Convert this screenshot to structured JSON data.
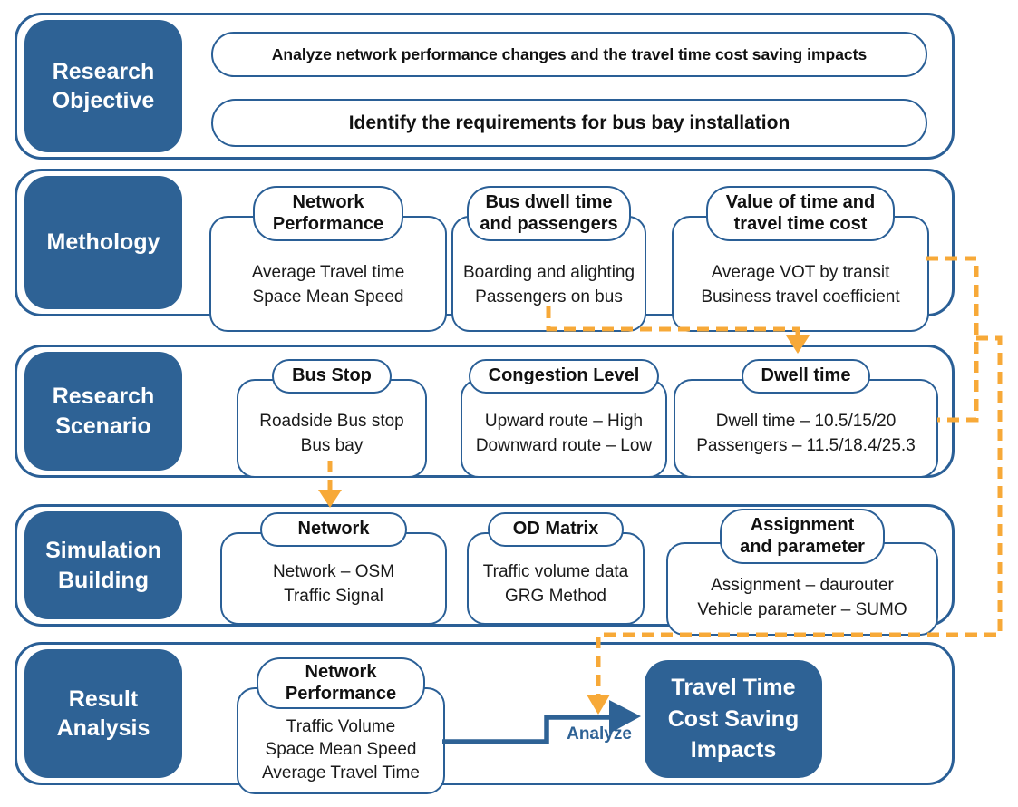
{
  "colors": {
    "primary_blue": "#2E6295",
    "border_blue": "#2A5F96",
    "accent_orange": "#F7A938",
    "text_black": "#141414"
  },
  "rows": [
    {
      "label": "Research\nObjective",
      "pills": [
        "Analyze network performance changes and the travel time cost saving impacts",
        "Identify the requirements for bus bay installation"
      ]
    },
    {
      "label": "Methology",
      "cards": [
        {
          "header": "Network\nPerformance",
          "lines": [
            "Average Travel time",
            "Space Mean Speed"
          ]
        },
        {
          "header": "Bus dwell time\nand passengers",
          "lines": [
            "Boarding and alighting",
            "Passengers on bus"
          ]
        },
        {
          "header": "Value of time and\ntravel time cost",
          "lines": [
            "Average VOT by transit",
            "Business travel coefficient"
          ]
        }
      ]
    },
    {
      "label": "Research\nScenario",
      "cards": [
        {
          "header": "Bus Stop",
          "lines": [
            "Roadside Bus stop",
            "Bus bay"
          ]
        },
        {
          "header": "Congestion Level",
          "lines": [
            "Upward route – High",
            "Downward route – Low"
          ]
        },
        {
          "header": "Dwell time",
          "lines": [
            "Dwell time – 10.5/15/20",
            "Passengers – 11.5/18.4/25.3"
          ]
        }
      ]
    },
    {
      "label": "Simulation\nBuilding",
      "cards": [
        {
          "header": "Network",
          "lines": [
            "Network – OSM",
            "Traffic Signal"
          ]
        },
        {
          "header": "OD Matrix",
          "lines": [
            "Traffic volume data",
            "GRG Method"
          ]
        },
        {
          "header": "Assignment\nand parameter",
          "lines": [
            "Assignment – daurouter",
            "Vehicle parameter – SUMO"
          ]
        }
      ]
    },
    {
      "label": "Result\nAnalysis",
      "cards": [
        {
          "header": "Network\nPerformance",
          "lines": [
            "Traffic Volume",
            "Space Mean Speed",
            "Average Travel Time"
          ]
        }
      ],
      "analyze_label": "Analyze",
      "result_box": "Travel Time\nCost Saving\nImpacts"
    }
  ]
}
